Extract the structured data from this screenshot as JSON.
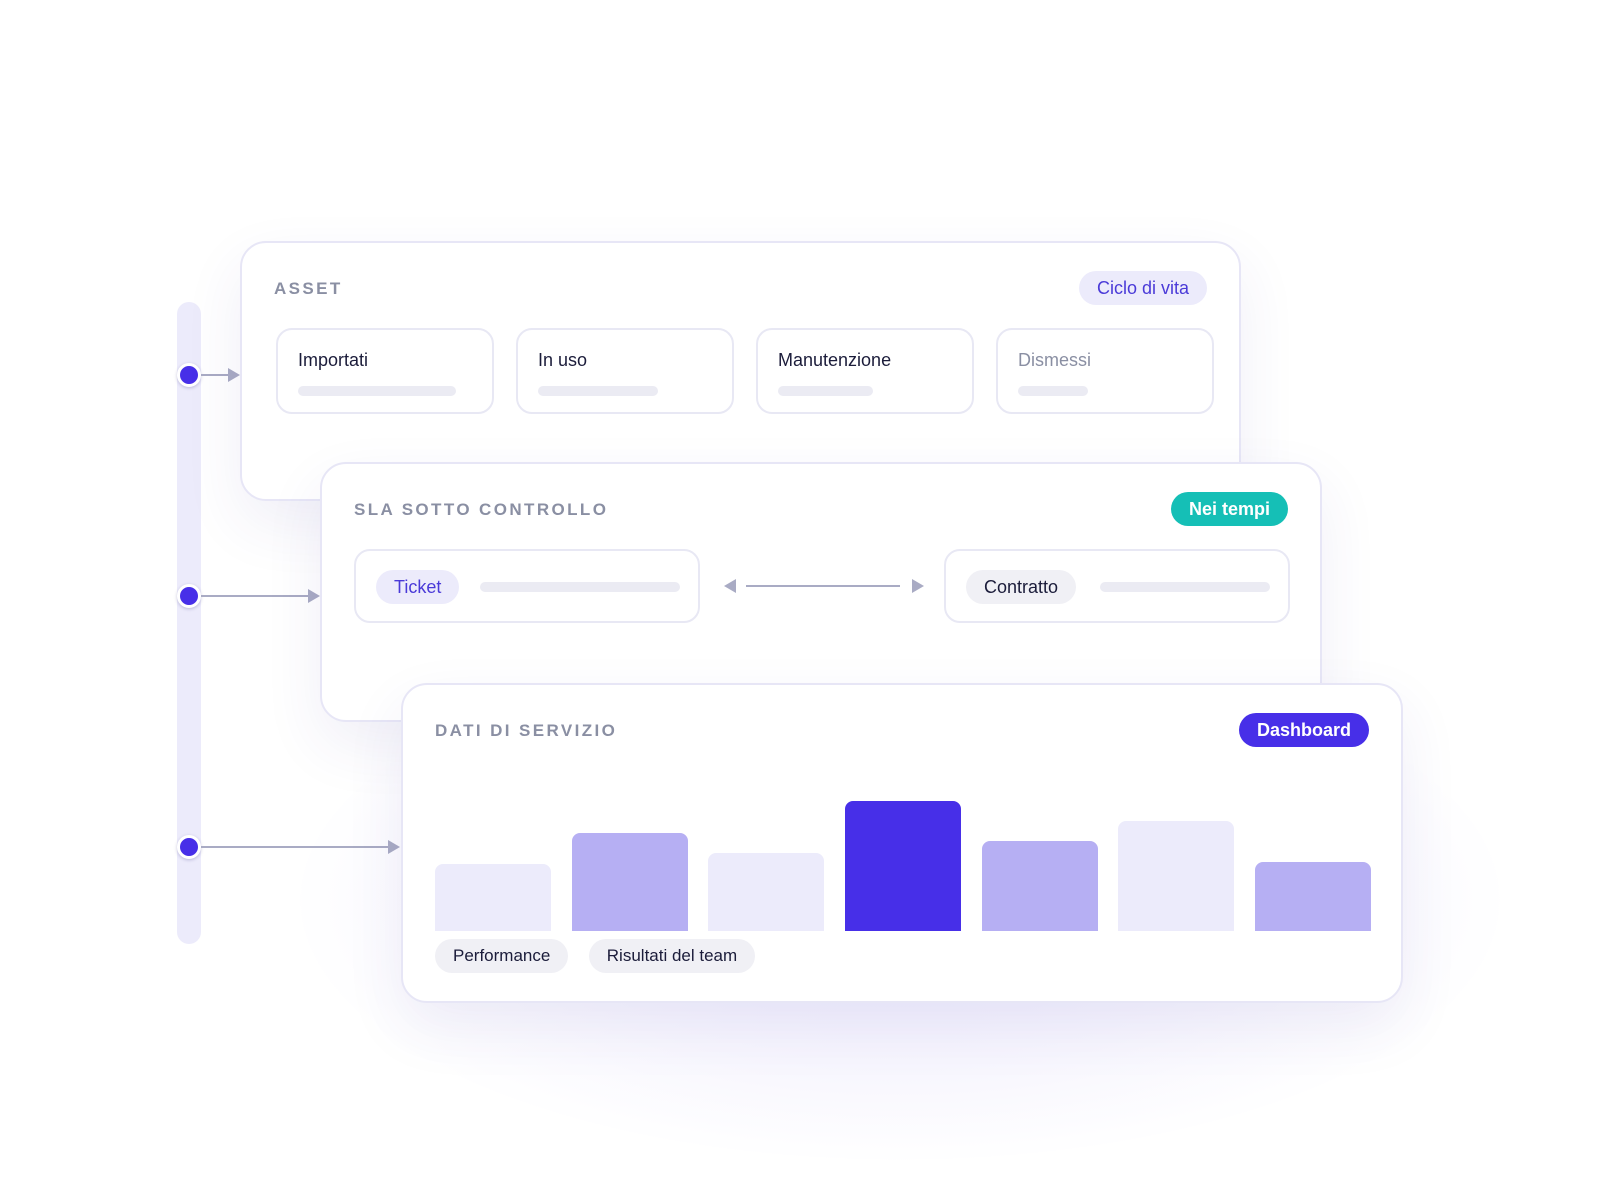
{
  "asset_card": {
    "title": "ASSET",
    "badge": "Ciclo di vita",
    "stages": [
      {
        "label": "Importati",
        "progress": 0.9
      },
      {
        "label": "In uso",
        "progress": 0.68
      },
      {
        "label": "Manutenzione",
        "progress": 0.54
      },
      {
        "label": "Dismessi",
        "progress": 0.4
      }
    ]
  },
  "sla_card": {
    "title": "SLA SOTTO CONTROLLO",
    "badge": "Nei tempi",
    "left_chip": "Ticket",
    "right_chip": "Contratto"
  },
  "service_card": {
    "title": "DATI DI SERVIZIO",
    "badge": "Dashboard",
    "chips": [
      "Performance",
      "Risultati del team"
    ]
  },
  "chart_data": {
    "type": "bar",
    "values": [
      67,
      98,
      78,
      130,
      90,
      110,
      69
    ],
    "ylim": [
      0,
      150
    ],
    "colors": [
      "#ecebfb",
      "#b6aff3",
      "#ecebfb",
      "#472fe8",
      "#b6aff3",
      "#ecebfb",
      "#b6aff3"
    ]
  },
  "colors": {
    "accent": "#472fe8",
    "teal": "#15bfb6",
    "lavender": "#ecebfb",
    "muted_text": "#8a8fa3"
  }
}
